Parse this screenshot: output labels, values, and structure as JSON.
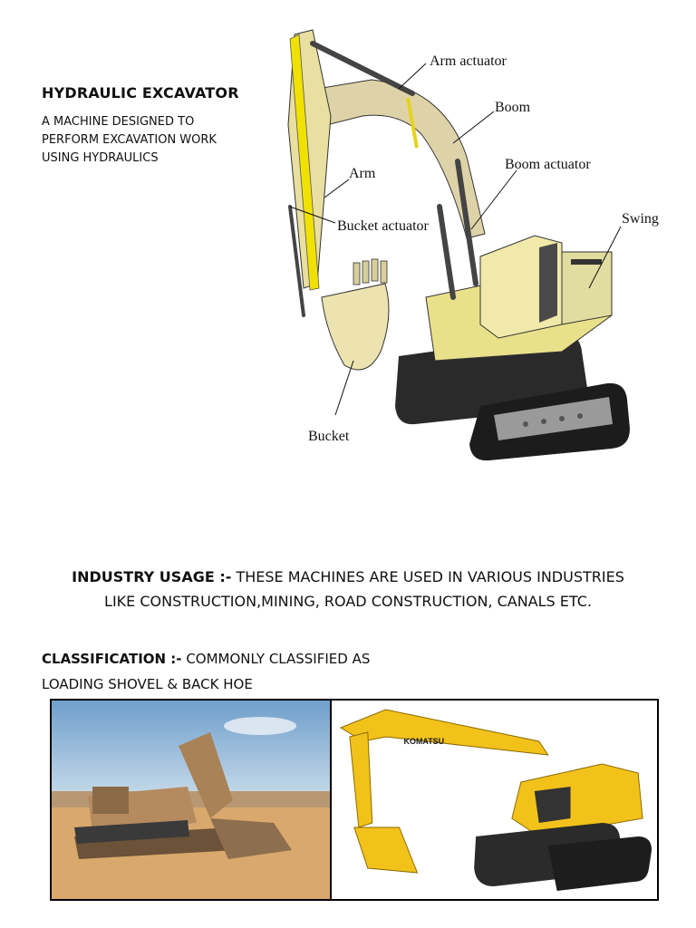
{
  "heading": {
    "title": "HYDRAULIC EXCAVATOR",
    "subtitle_lines": [
      "A MACHINE DESIGNED TO",
      "PERFORM EXCAVATION WORK",
      "USING HYDRAULICS"
    ]
  },
  "diagram": {
    "labels": {
      "arm_actuator": "Arm actuator",
      "boom": "Boom",
      "boom_actuator": "Boom actuator",
      "arm": "Arm",
      "bucket_actuator": "Bucket actuator",
      "swing": "Swing",
      "bucket": "Bucket"
    }
  },
  "industry_usage": {
    "label": "INDUSTRY USAGE :-",
    "text_line1": "THESE MACHINES  ARE USED IN VARIOUS INDUSTRIES",
    "text_line2": "LIKE CONSTRUCTION,MINING, ROAD CONSTRUCTION, CANALS ETC."
  },
  "classification": {
    "label": "CLASSIFICATION :-",
    "text_line1": "COMMONLY CLASSIFIED AS",
    "text_line2": "LOADING SHOVEL   & BACK HOE"
  },
  "photos": {
    "right_brand": "KOMATSU",
    "colors": {
      "machine_yellow": "#f2c21b",
      "sky": "#8fb7d8",
      "dirt": "#d9a86c"
    }
  }
}
